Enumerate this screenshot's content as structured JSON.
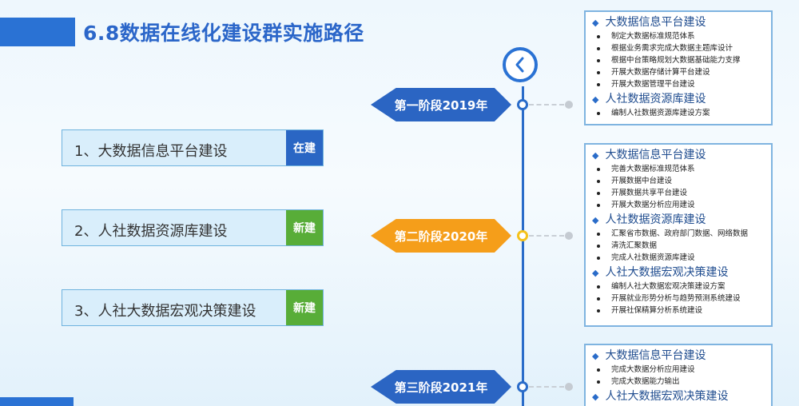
{
  "title": "6.8数据在线化建设群实施路径",
  "items": [
    {
      "label": "1、大数据信息平台建设",
      "tag": "在建",
      "tag_color": "#2a66c4"
    },
    {
      "label": "2、人社数据资源库建设",
      "tag": "新建",
      "tag_color": "#58ad38"
    },
    {
      "label": "3、人社大数据宏观决策建设",
      "tag": "新建",
      "tag_color": "#58ad38"
    }
  ],
  "stages": [
    {
      "label": "第一阶段2019年",
      "color": "#2b65c3",
      "sections": [
        {
          "title": "大数据信息平台建设",
          "bullets": [
            "制定大数据标准规范体系",
            "根据业务需求完成大数据主题库设计",
            "根据中台策略规划大数据基础能力支撑",
            "开展大数据存储计算平台建设",
            "开展大数据管理平台建设"
          ]
        },
        {
          "title": "人社数据资源库建设",
          "bullets": [
            "编制人社数据资源库建设方案"
          ]
        }
      ]
    },
    {
      "label": "第二阶段2020年",
      "color": "#f59e1a",
      "sections": [
        {
          "title": "大数据信息平台建设",
          "bullets": [
            "完善大数据标准规范体系",
            "开展数据中台建设",
            "开展数据共享平台建设",
            "开展大数据分析应用建设"
          ]
        },
        {
          "title": "人社数据资源库建设",
          "bullets": [
            "汇聚省市数据、政府部门数据、网络数据",
            "清洗汇聚数据",
            "完成人社数据资源库建设"
          ]
        },
        {
          "title": "人社大数据宏观决策建设",
          "bullets": [
            "编制人社大数据宏观决策建设方案",
            "开展就业形势分析与趋势预测系统建设",
            "开展社保精算分析系统建设"
          ]
        }
      ]
    },
    {
      "label": "第三阶段2021年",
      "color": "#2b65c3",
      "sections": [
        {
          "title": "大数据信息平台建设",
          "bullets": [
            "完成大数据分析应用建设",
            "完成大数据能力输出"
          ]
        },
        {
          "title": "人社大数据宏观决策建设",
          "bullets": []
        }
      ]
    }
  ],
  "icons": {
    "clock": "clock-icon",
    "section": "diamond-bullet-icon"
  },
  "colors": {
    "accent": "#2a72d4",
    "timeline": "#2a6cc9",
    "orange": "#f59e1a",
    "green": "#58ad38"
  }
}
